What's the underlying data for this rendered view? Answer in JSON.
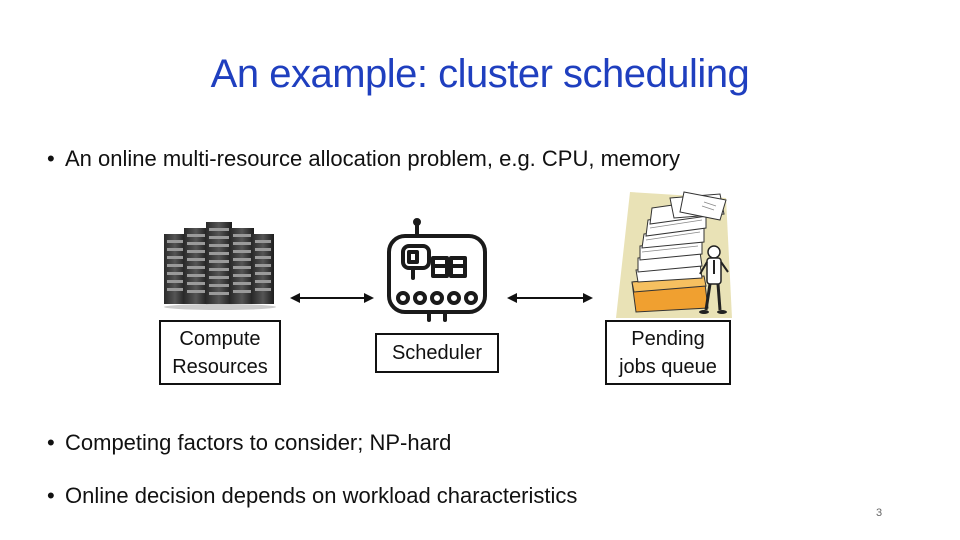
{
  "slide": {
    "title": "An example: cluster scheduling",
    "bullets": [
      "An online multi-resource allocation problem, e.g. CPU, memory",
      "Competing factors to consider; NP-hard",
      "Online decision depends on workload characteristics"
    ],
    "bullet_glyph": "•",
    "page_number": "3"
  },
  "diagram": {
    "compute_label_line1": "Compute",
    "compute_label_line2": "Resources",
    "scheduler_label": "Scheduler",
    "pending_label_line1": "Pending",
    "pending_label_line2": "jobs queue"
  },
  "colors": {
    "title": "#1f3fbf",
    "text": "#111111"
  },
  "icons": [
    "server-rack-icon",
    "scheduler-robot-icon",
    "paper-stack-person-icon",
    "double-arrow-icon"
  ]
}
